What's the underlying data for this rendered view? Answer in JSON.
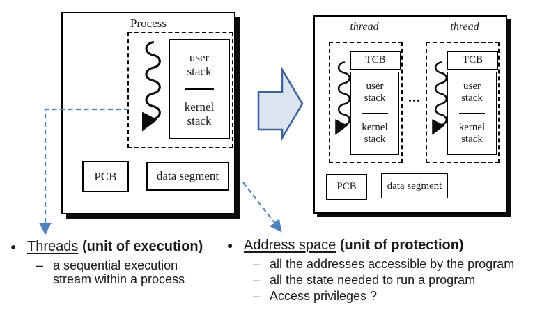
{
  "diagram_left": {
    "title": "Process",
    "stack_top": "user\nstack",
    "stack_bottom": "kernel\nstack",
    "pcb": "PCB",
    "data_segment": "data segment"
  },
  "diagram_right": {
    "thread_label_1": "thread",
    "thread_label_2": "thread",
    "dots": "...",
    "threads": [
      {
        "tcb": "TCB",
        "stack_top": "user\nstack",
        "stack_bottom": "kernel\nstack"
      },
      {
        "tcb": "TCB",
        "stack_top": "user\nstack",
        "stack_bottom": "kernel\nstack"
      }
    ],
    "pcb": "PCB",
    "data_segment": "data segment"
  },
  "bullets": {
    "left": {
      "marker": "●",
      "title_main": "Threads",
      "title_paren": "(unit of execution)",
      "items": [
        {
          "dash": "–",
          "text": "a sequential execution stream within a process"
        }
      ]
    },
    "right": {
      "marker": "●",
      "title_main": "Address space",
      "title_paren": "(unit of protection)",
      "items": [
        {
          "dash": "–",
          "text": "all the addresses accessible by the program"
        },
        {
          "dash": "–",
          "text": "all the state needed to run a program"
        },
        {
          "dash": "–",
          "text": "Access privileges ?"
        }
      ]
    }
  },
  "colors": {
    "connector_blue": "#4f81bd",
    "arrow_fill": "#dbe5f1",
    "arrow_stroke": "#3f6398",
    "ink": "#0d0d0d"
  }
}
